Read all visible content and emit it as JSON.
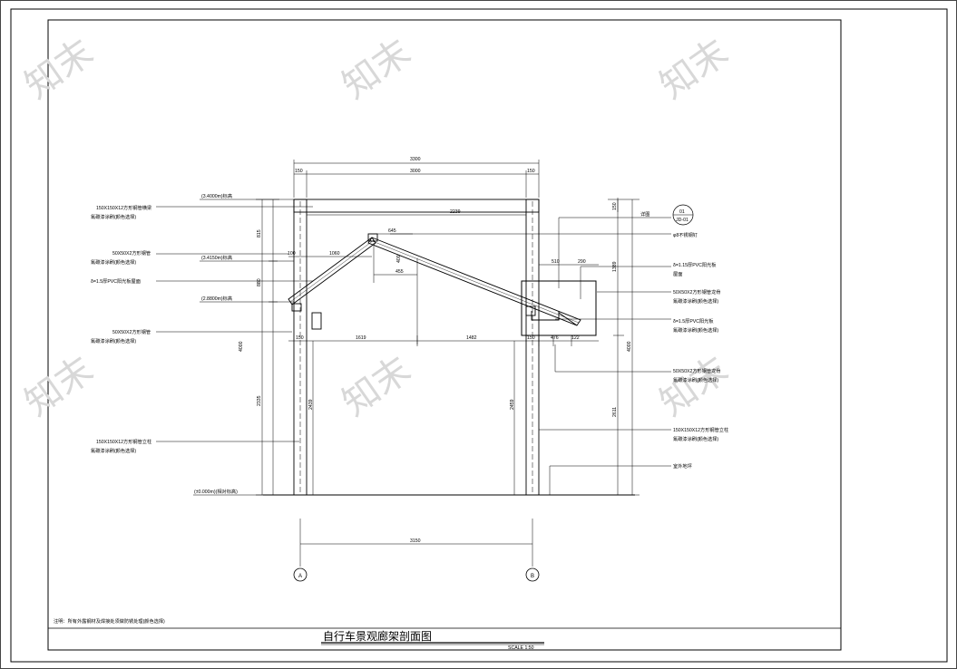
{
  "drawing": {
    "title": "自行车景观廊架剖面图",
    "scale": "SCALE 1:50",
    "note": "注明：所有外露钢材及焊接处须做防锈处理(颜色选择)",
    "watermark": "知末"
  },
  "dimensions": {
    "top_total": "3300",
    "top_left": "150",
    "top_mid": "3000",
    "top_right": "150",
    "inner_span": "2239",
    "beam_len": "645",
    "roof_len_left": "1060",
    "left_off": "100",
    "rafter_seg": "455",
    "right_a": "510",
    "right_b": "290",
    "bay_left": "150",
    "bay_1": "1619",
    "bay_2": "1482",
    "bay_right": "150",
    "bay_r1": "476",
    "bay_r2": "122",
    "h_left_total": "4000",
    "h_left_a": "815",
    "h_left_b": "880",
    "h_left_c": "2335",
    "h_col": "2439",
    "h_col_r": "2459",
    "h_right_total": "4000",
    "h_right_a": "1389",
    "h_right_b": "2611",
    "h_right_top": "150",
    "slope": "400",
    "axis_span": "3150"
  },
  "levels": {
    "top": "(3.4000m)标高",
    "mid": "(3.4150m)标高",
    "low": "(2.8800m)标高",
    "ground": "(±0.000m)(相对标高)"
  },
  "labels": {
    "l1a": "150X150X12方形钢管横梁",
    "l1b": "氟碳漆涂刷(颜色选择)",
    "l2a": "50X50X2方形钢管",
    "l2b": "氟碳漆涂刷(颜色选择)",
    "l3": "δ=1.5厚PVC阳光板屋面",
    "l4a": "50X50X2方形钢管",
    "l4b": "氟碳漆涂刷(颜色选择)",
    "l5a": "150X150X12方形钢管立柱",
    "l5b": "氟碳漆涂刷(颜色选择)",
    "r0": "详图",
    "r1": "φ8不锈钢钉",
    "r2a": "δ=1.15厚PVC阳光板",
    "r2b": "屋面",
    "r3a": "50X50X2方形钢管龙骨",
    "r3b": "氟碳漆涂刷(颜色选择)",
    "r4a": "δ=1.5厚PVC阳光板",
    "r4b": "氟碳漆涂刷(颜色选择)",
    "r5a": "50X50X2方形钢管龙骨",
    "r5b": "氟碳漆涂刷(颜色选择)",
    "r6a": "150X150X12方形钢管立柱",
    "r6b": "氟碳漆涂刷(颜色选择)",
    "r7": "室外地坪"
  },
  "detail_tag": {
    "top": "01",
    "bottom": "JD-01"
  },
  "axes": {
    "a": "A",
    "b": "B"
  }
}
